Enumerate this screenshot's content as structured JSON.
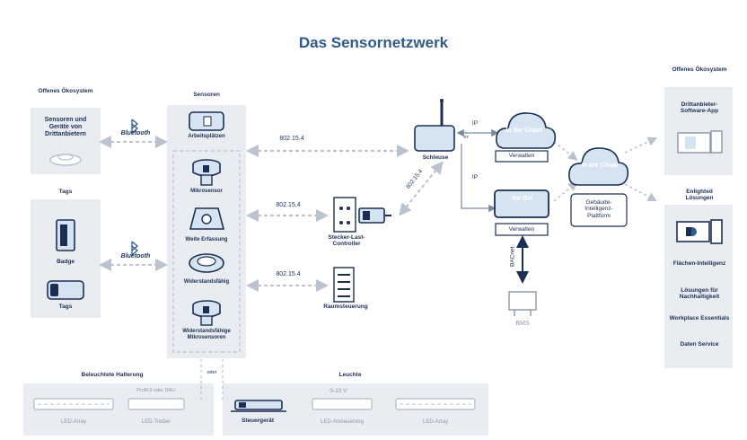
{
  "title": "Das Sensornetzwerk",
  "left": {
    "ecosystem_title": "Offenes Ökosystem",
    "ecosystem_item": "Sensoren und Geräte von Drittanbietern",
    "tags_title": "Tags",
    "badge": "Badge",
    "tags": "Tags"
  },
  "bluetooth": "Bluetooth",
  "sensors": {
    "title": "Sensoren",
    "arbeitsplatz": "Arbeitsplätzen",
    "mikrosensor": "Mikrosensor",
    "weite": "Weite Erfassung",
    "widerstand": "Widerstandsfähig",
    "widerstand_mikro": "Widerstandsfähige Mikrosensoren"
  },
  "protocols": {
    "p1": "802.15.4",
    "p2": "802.15.4",
    "p3": "802.15.4",
    "p4": "802.15.4",
    "ip1": "IP",
    "ip2": "IP",
    "or": "or",
    "bacnet": "BACnet",
    "oder": "oder"
  },
  "middle": {
    "schleuse": "Schleuse",
    "stecker": "Stecker-Last-Controller",
    "raum": "Raumsteuerung"
  },
  "right_mid": {
    "cloud": "In der Cloud",
    "verwalten1": "Verwalten",
    "vorort": "Vor Ort",
    "verwalten2": "Verwalten",
    "platform_cloud": "In der Cloud",
    "platform": "Gebäude-Intelligenz-Plattform",
    "bms": "BMS"
  },
  "right": {
    "eco_title": "Offenes Ökosystem",
    "app": "Drittanbieter-Software-App",
    "enlighted_title": "Enlighted Lösungen",
    "flaechen": "Flächen-Intelligenz",
    "nachhaltig": "Lösungen für Nachhaltigkeit",
    "workplace": "Workplace Essentials",
    "daten": "Daten Service"
  },
  "bottom": {
    "halterung_title": "Beleuchtete Halterung",
    "leuchte_title": "Leuchte",
    "profil": "Profil 0 oder DALI",
    "led_array1": "LED-Array",
    "led_treiber": "LED-Treiber",
    "steuergeraet": "Steuergerät",
    "volt": "0-10 V",
    "led_ansteuerung": "LED-Ansteuerung",
    "led_array2": "LED-Array"
  },
  "colors": {
    "navy": "#1b2f54",
    "accent": "#2f5a8c",
    "panel": "#e9edf2",
    "device": "#d6e4f2",
    "dash": "#b9c2cd"
  }
}
